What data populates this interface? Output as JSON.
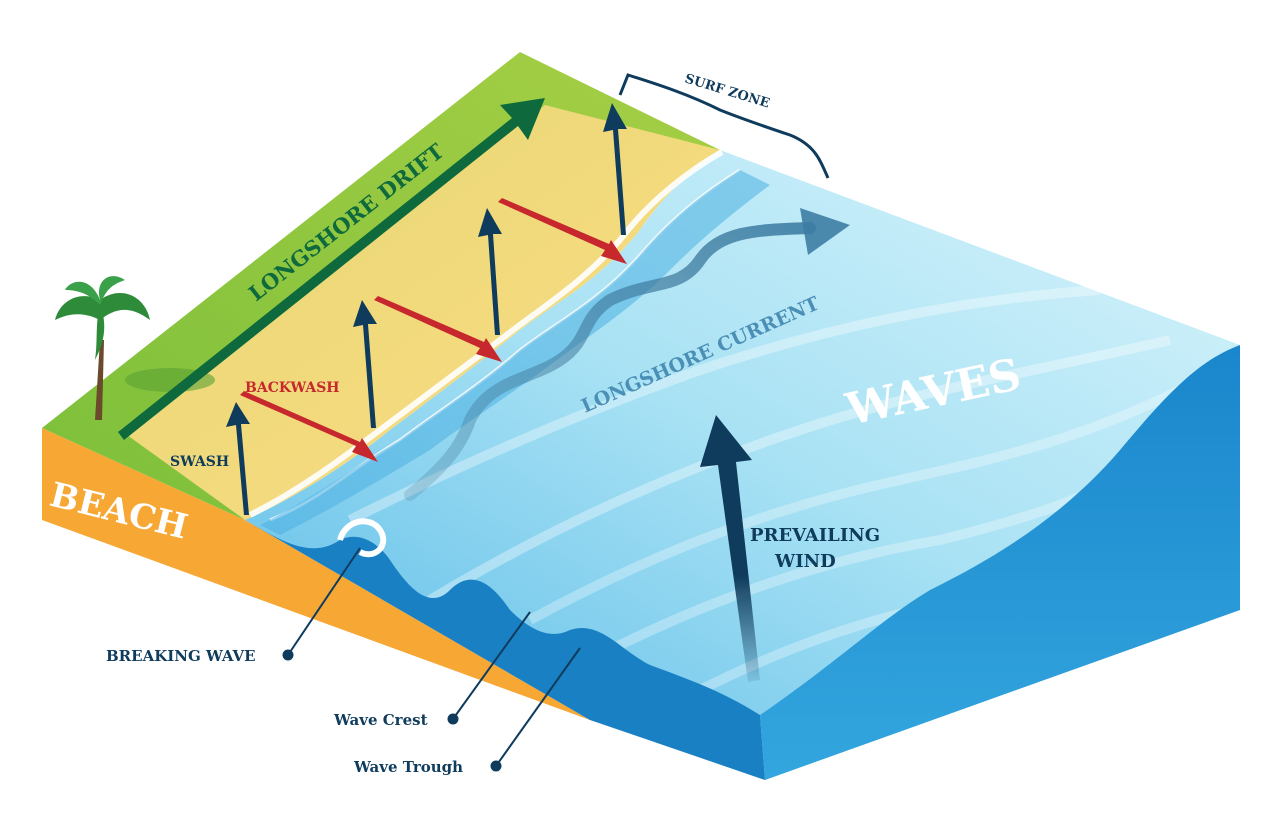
{
  "labels": {
    "surf_zone": "SURF ZONE",
    "longshore_drift": "LONGSHORE DRIFT",
    "longshore_current": "LONGSHORE CURRENT",
    "waves": "WAVES",
    "backwash": "BACKWASH",
    "swash": "SWASH",
    "beach": "BEACH",
    "prevailing_wind_line1": "PREVAILING",
    "prevailing_wind_line2": "WIND",
    "breaking_wave": "BREAKING WAVE",
    "wave_crest": "Wave Crest",
    "wave_trough": "Wave Trough"
  },
  "colors": {
    "grass": "#8cc63e",
    "grass_light": "#b9d64a",
    "sand": "#f8d980",
    "beach_side": "#f7a734",
    "water_light": "#d2f2fb",
    "water_mid": "#8fd6ef",
    "water_deep": "#1a8fd3",
    "water_side": "#2a9ad8",
    "drift_arrow": "#0e6a3c",
    "swash_arrow": "#0f3b5c",
    "backwash_arrow": "#c6282e",
    "label_dark": "#0f3b5c",
    "label_red": "#c6282e",
    "label_green": "#0e6a3c",
    "label_white": "#ffffff"
  }
}
